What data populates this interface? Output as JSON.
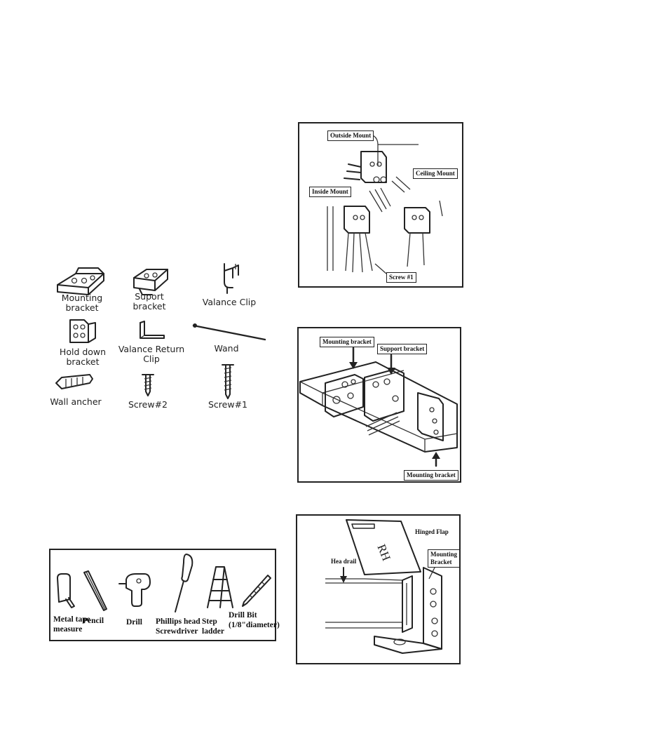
{
  "hardware_parts": [
    {
      "name": "Mounting\nbracket",
      "icon": "mounting-bracket-icon"
    },
    {
      "name": "Suport\nbracket",
      "icon": "support-bracket-icon"
    },
    {
      "name": "Valance Clip",
      "icon": "valance-clip-icon"
    },
    {
      "name": "Hold down\nbracket",
      "icon": "hold-down-bracket-icon"
    },
    {
      "name": "Valance Return\nClip",
      "icon": "valance-return-clip-icon"
    },
    {
      "name": "Wand",
      "icon": "wand-icon"
    },
    {
      "name": "Wall ancher",
      "icon": "wall-anchor-icon"
    },
    {
      "name": "Screw#2",
      "icon": "screw-icon"
    },
    {
      "name": "Screw#1",
      "icon": "screw-icon"
    }
  ],
  "tools": [
    {
      "name": "Metal tape\nmeasure",
      "icon": "tape-measure-icon"
    },
    {
      "name": "Pencil",
      "icon": "pencil-icon"
    },
    {
      "name": "Drill",
      "icon": "drill-icon"
    },
    {
      "name": "Phillips head\nScrewdriver",
      "icon": "screwdriver-icon"
    },
    {
      "name": "Step\nladder",
      "icon": "step-ladder-icon"
    },
    {
      "name": "Drill Bit\n(1/8\"diameter)",
      "icon": "drill-bit-icon"
    }
  ],
  "diagram_mounts": {
    "outside_mount": "Outside Mount",
    "ceiling_mount": "Ceiling Mount",
    "inside_mount": "Inside Mount",
    "screw": "Screw #1"
  },
  "diagram_brackets": {
    "mounting_bracket_top": "Mounting bracket",
    "support_bracket": "Support bracket",
    "mounting_bracket_bottom": "Mounting bracket"
  },
  "diagram_headrail": {
    "hinged_flap": "Hinged Flap",
    "head_rail": "Hea drail",
    "mounting_bracket": "Mounting\nBracket",
    "rh_mark": "RH"
  }
}
